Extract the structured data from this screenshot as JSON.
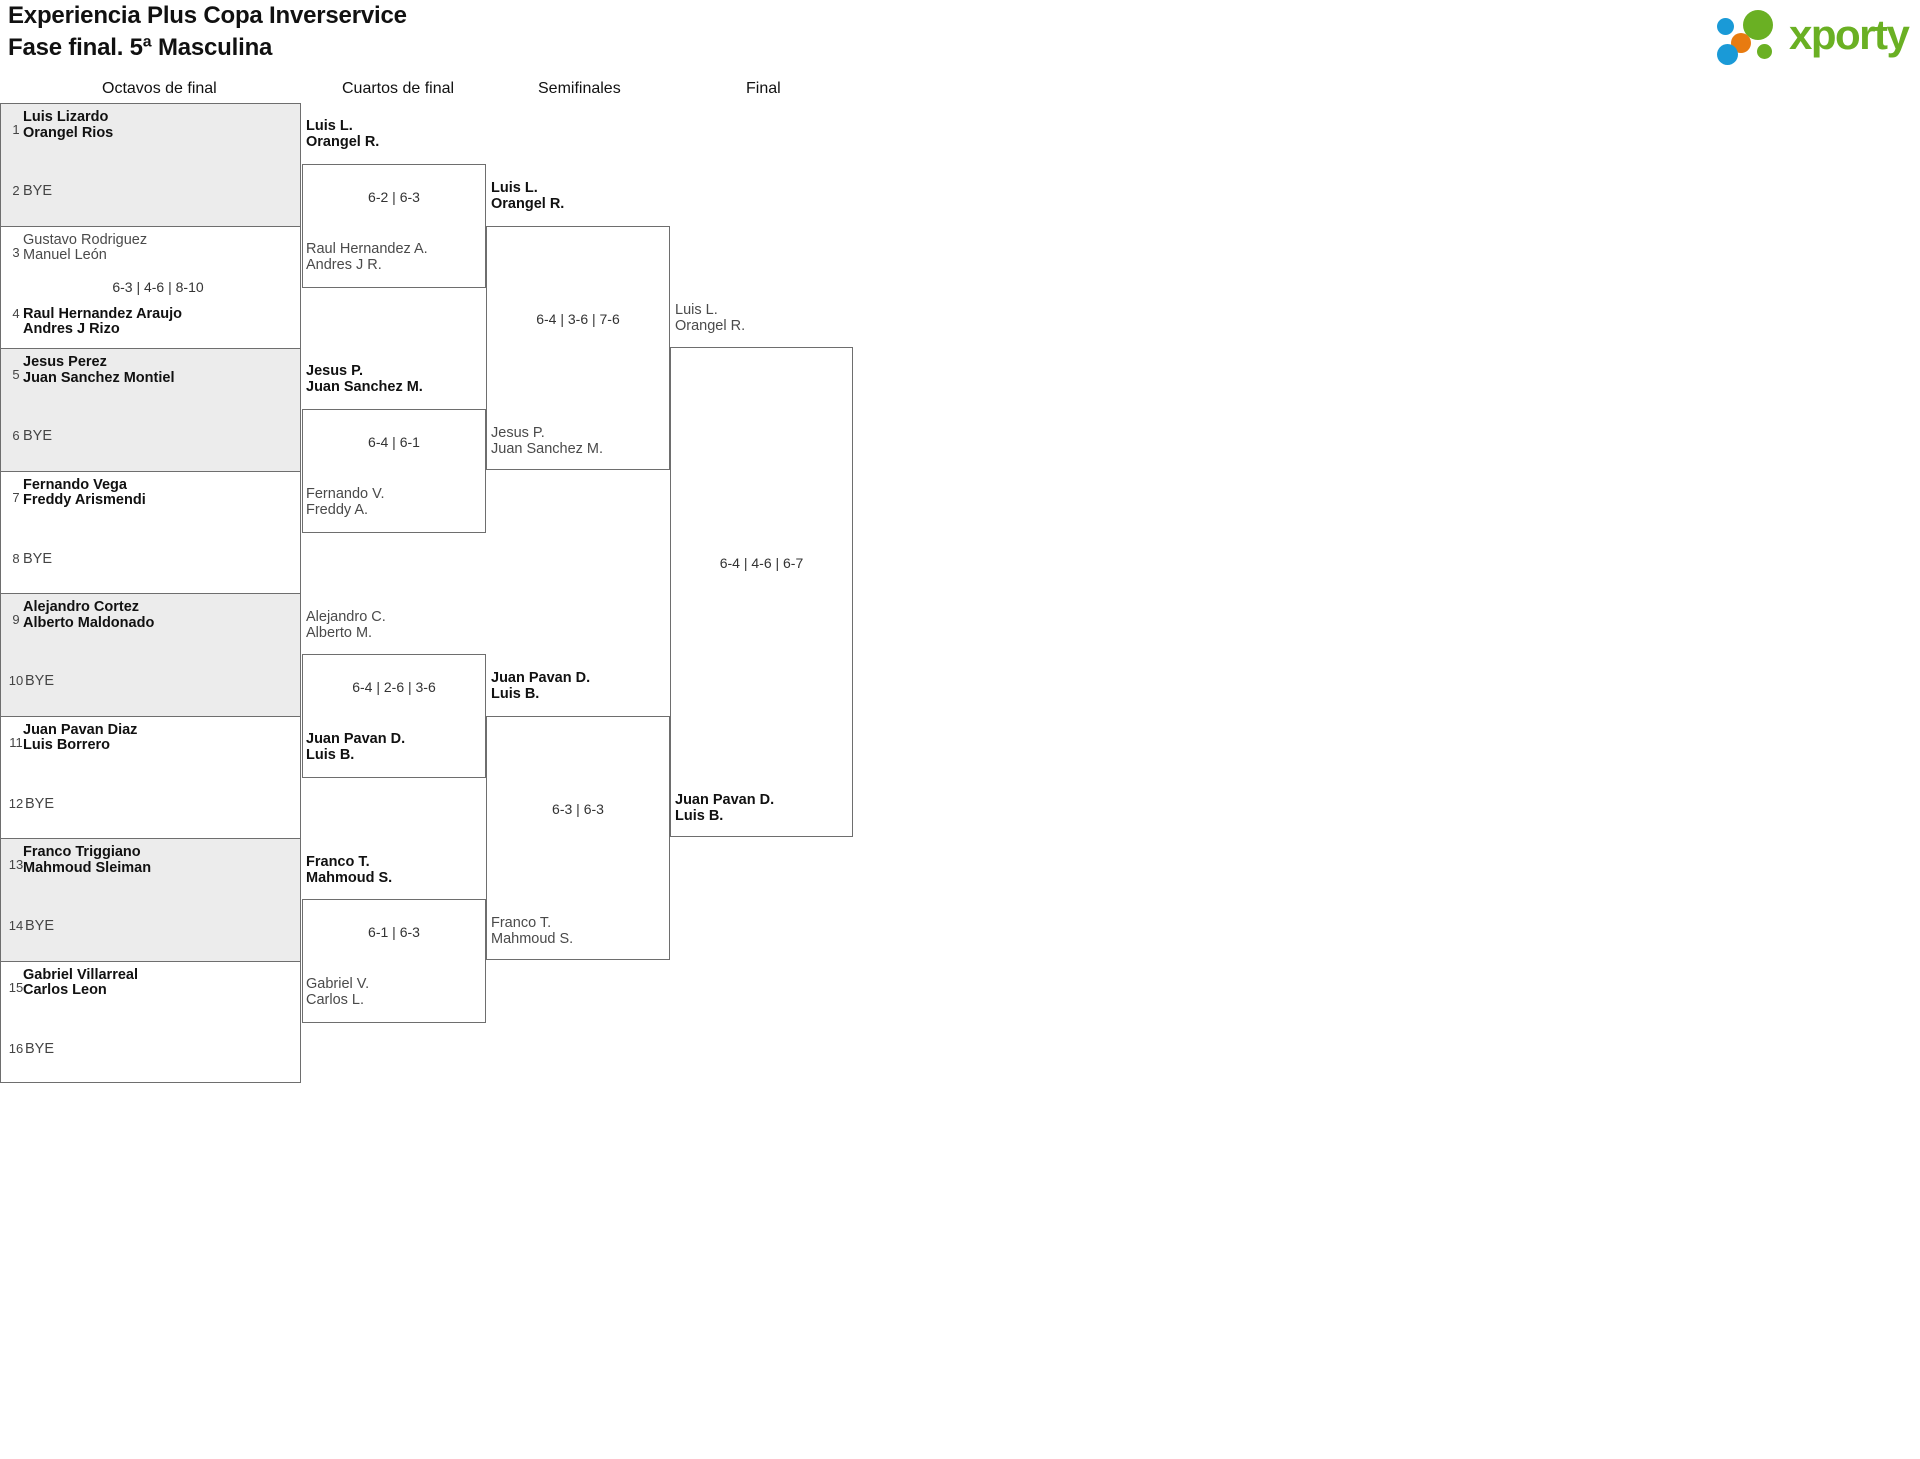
{
  "header": {
    "title_line1": "Experiencia Plus Copa Inverservice",
    "title_line2": "Fase final. 5ª Masculina",
    "logo_text": "xporty",
    "logo_colors": {
      "green": "#6ab023",
      "blue": "#1a9ad7",
      "orange": "#e87b10"
    }
  },
  "rounds": [
    {
      "label": "Octavos de final"
    },
    {
      "label": "Cuartos de final"
    },
    {
      "label": "Semifinales"
    },
    {
      "label": "Final"
    }
  ],
  "round1": {
    "pairs": [
      {
        "shaded": true,
        "top": {
          "seed": "1",
          "p1": "Luis Lizardo",
          "p2": "Orangel Rios",
          "result": "win"
        },
        "bottom": {
          "seed": "2",
          "bye": "BYE"
        },
        "score": ""
      },
      {
        "shaded": false,
        "top": {
          "seed": "3",
          "p1": "Gustavo Rodriguez",
          "p2": "Manuel León",
          "result": "lose"
        },
        "bottom": {
          "seed": "4",
          "p1": "Raul Hernandez Araujo",
          "p2": "Andres J Rizo",
          "result": "win"
        },
        "score": "6-3 | 4-6 | 8-10"
      },
      {
        "shaded": true,
        "top": {
          "seed": "5",
          "p1": "Jesus Perez",
          "p2": "Juan Sanchez Montiel",
          "result": "win"
        },
        "bottom": {
          "seed": "6",
          "bye": "BYE"
        },
        "score": ""
      },
      {
        "shaded": false,
        "top": {
          "seed": "7",
          "p1": "Fernando Vega",
          "p2": "Freddy Arismendi",
          "result": "win"
        },
        "bottom": {
          "seed": "8",
          "bye": "BYE"
        },
        "score": ""
      },
      {
        "shaded": true,
        "top": {
          "seed": "9",
          "p1": "Alejandro Cortez",
          "p2": "Alberto Maldonado",
          "result": "win"
        },
        "bottom": {
          "seed": "10",
          "bye": "BYE"
        },
        "score": ""
      },
      {
        "shaded": false,
        "top": {
          "seed": "11",
          "p1": "Juan Pavan Diaz",
          "p2": "Luis Borrero",
          "result": "win"
        },
        "bottom": {
          "seed": "12",
          "bye": "BYE"
        },
        "score": ""
      },
      {
        "shaded": true,
        "top": {
          "seed": "13",
          "p1": "Franco Triggiano",
          "p2": "Mahmoud Sleiman",
          "result": "win"
        },
        "bottom": {
          "seed": "14",
          "bye": "BYE"
        },
        "score": ""
      },
      {
        "shaded": false,
        "top": {
          "seed": "15",
          "p1": "Gabriel Villarreal",
          "p2": "Carlos Leon",
          "result": "win"
        },
        "bottom": {
          "seed": "16",
          "bye": "BYE"
        },
        "score": ""
      }
    ]
  },
  "quarterfinals": [
    {
      "winner": {
        "p1": "Luis L.",
        "p2": "Orangel R."
      },
      "loser": {
        "p1": "Raul Hernandez A.",
        "p2": "Andres J R."
      },
      "score": "6-2 | 6-3"
    },
    {
      "winner": {
        "p1": "Jesus P.",
        "p2": "Juan Sanchez M."
      },
      "loser": {
        "p1": "Fernando V.",
        "p2": "Freddy A."
      },
      "score": "6-4 | 6-1"
    },
    {
      "winner": {
        "p1": "Juan Pavan D.",
        "p2": "Luis B."
      },
      "loser": {
        "p1": "Alejandro C.",
        "p2": "Alberto M."
      },
      "score": "6-4 | 2-6 | 3-6"
    },
    {
      "winner": {
        "p1": "Franco T.",
        "p2": "Mahmoud S."
      },
      "loser": {
        "p1": "Gabriel V.",
        "p2": "Carlos L."
      },
      "score": "6-1 | 6-3"
    }
  ],
  "semifinals": [
    {
      "winner": {
        "p1": "Luis L.",
        "p2": "Orangel R."
      },
      "loser": {
        "p1": "Jesus P.",
        "p2": "Juan Sanchez M."
      },
      "score": "6-4 | 3-6 | 7-6"
    },
    {
      "winner": {
        "p1": "Juan Pavan D.",
        "p2": "Luis B."
      },
      "loser": {
        "p1": "Franco T.",
        "p2": "Mahmoud S."
      },
      "score": "6-3 | 6-3"
    }
  ],
  "final": {
    "runner_up": {
      "p1": "Luis L.",
      "p2": "Orangel R."
    },
    "champion": {
      "p1": "Juan Pavan D.",
      "p2": "Luis B."
    },
    "score": "6-4 | 4-6 | 6-7"
  }
}
